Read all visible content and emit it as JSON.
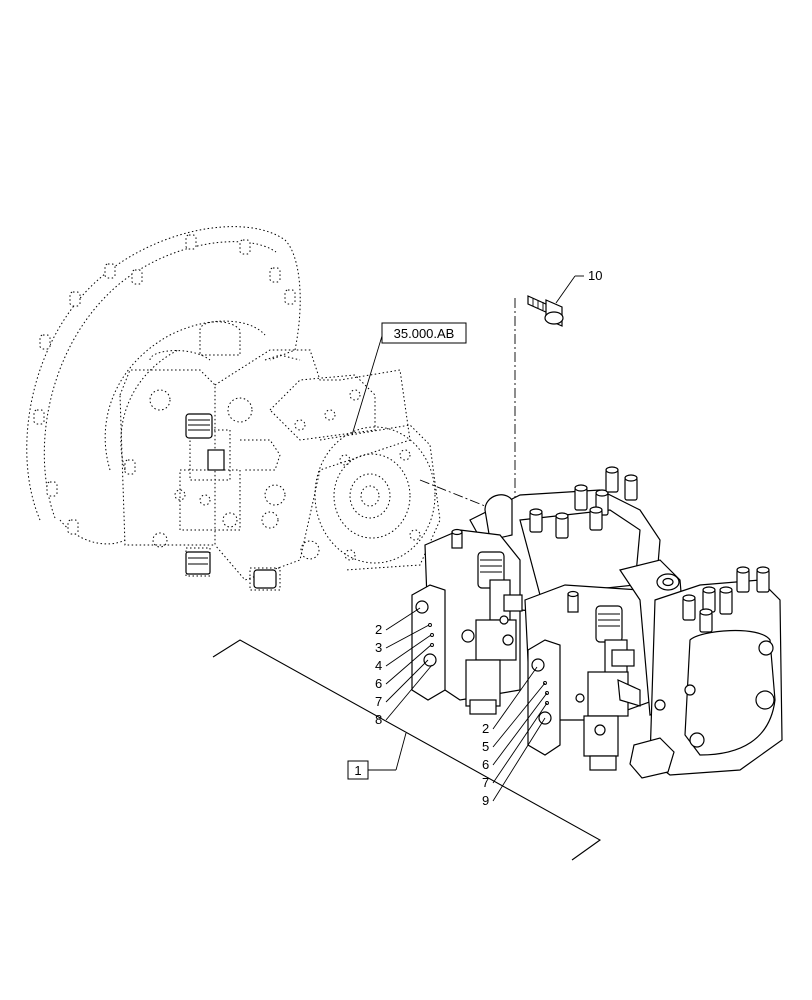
{
  "reference_box": {
    "text": "35.000.AB"
  },
  "group_box": {
    "text": "1"
  },
  "callouts": {
    "bolt": "10",
    "section_a": [
      "2",
      "3",
      "4",
      "6",
      "7",
      "8"
    ],
    "section_b": [
      "2",
      "5",
      "6",
      "7",
      "9"
    ]
  }
}
